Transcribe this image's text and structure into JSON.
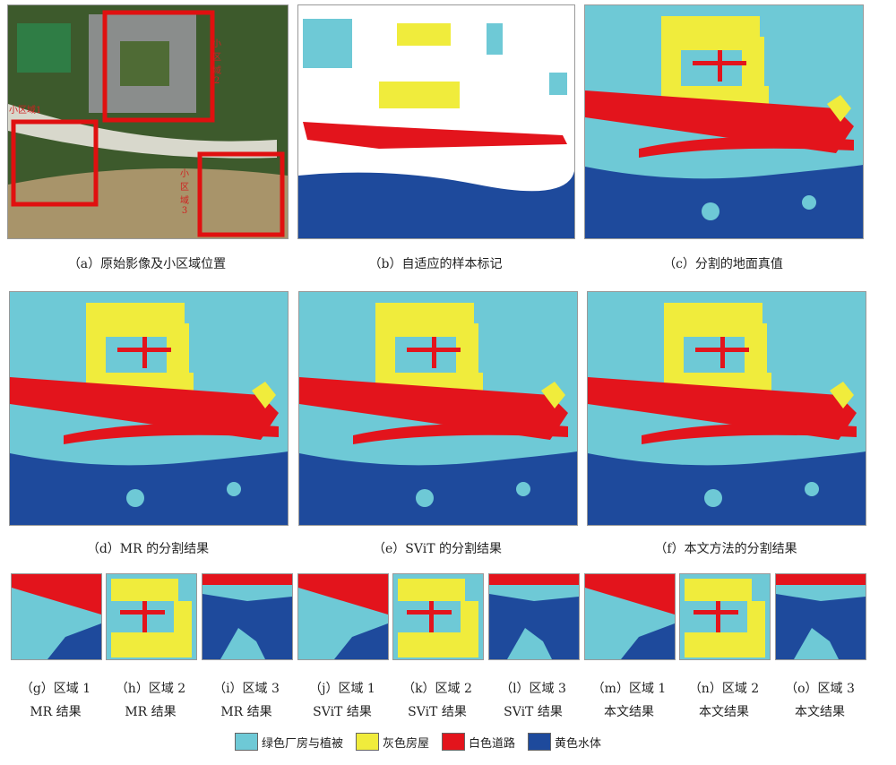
{
  "colors": {
    "vegetation": "#6ec9d6",
    "house": "#f0ec3c",
    "road": "#e3141c",
    "water": "#1e4a9c"
  },
  "panel_a": {
    "region_labels": [
      "小区域1",
      "小区域2",
      "小区域3"
    ]
  },
  "captions": {
    "a": "（a）原始影像及小区域位置",
    "b": "（b）自适应的样本标记",
    "c": "（c）分割的地面真值",
    "d": "（d）MR 的分割结果",
    "e": "（e）SViT 的分割结果",
    "f": "（f）本文方法的分割结果"
  },
  "small_captions": [
    {
      "l1": "（g）区域 1",
      "l2": "MR 结果"
    },
    {
      "l1": "（h）区域 2",
      "l2": "MR 结果"
    },
    {
      "l1": "（i）区域 3",
      "l2": "MR 结果"
    },
    {
      "l1": "（j）区域 1",
      "l2": "SViT 结果"
    },
    {
      "l1": "（k）区域 2",
      "l2": "SViT 结果"
    },
    {
      "l1": "（l）区域 3",
      "l2": "SViT 结果"
    },
    {
      "l1": "（m）区域 1",
      "l2": "本文结果"
    },
    {
      "l1": "（n）区域 2",
      "l2": "本文结果"
    },
    {
      "l1": "（o）区域 3",
      "l2": "本文结果"
    }
  ],
  "legend": [
    {
      "label": "绿色厂房与植被",
      "color": "#6ec9d6"
    },
    {
      "label": "灰色房屋",
      "color": "#f0ec3c"
    },
    {
      "label": "白色道路",
      "color": "#e3141c"
    },
    {
      "label": "黄色水体",
      "color": "#1e4a9c"
    }
  ]
}
